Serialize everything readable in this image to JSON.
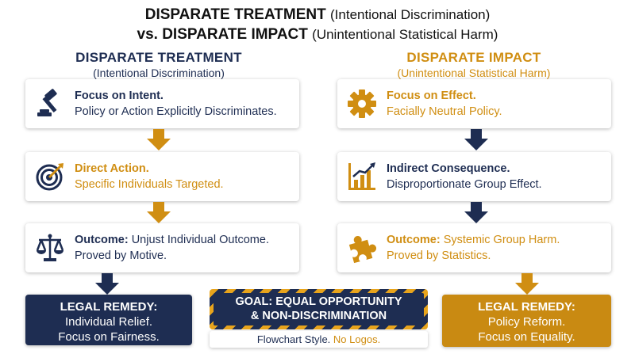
{
  "title": {
    "line1_bold": "DISPARATE TREATMENT",
    "line1_light": "(Intentional Discrimination)",
    "line2_bold": "vs. DISPARATE IMPACT",
    "line2_light": "(Unintentional Statistical Harm)"
  },
  "left": {
    "heading": "DISPARATE TREATMENT",
    "subheading": "(Intentional Discrimination)",
    "cards": [
      {
        "icon": "gavel-icon",
        "bold": "Focus on Intent.",
        "rest": "",
        "line2": "Policy or Action Explicitly Discriminates."
      },
      {
        "icon": "target-icon",
        "bold": "Direct Action.",
        "rest": "",
        "line2": "Specific Individuals Targeted."
      },
      {
        "icon": "scales-icon",
        "bold": "Outcome:",
        "rest": " Unjust Individual Outcome.",
        "line2": "Proved by Motive."
      }
    ],
    "remedy": {
      "heading": "LEGAL REMEDY:",
      "line1": "Individual Relief.",
      "line2": "Focus on Fairness."
    }
  },
  "right": {
    "heading": "DISPARATE IMPACT",
    "subheading": "(Unintentional Statistical Harm)",
    "cards": [
      {
        "icon": "gear-icon",
        "bold": "Focus on Effect.",
        "rest": "",
        "line2": "Facially Neutral Policy."
      },
      {
        "icon": "bar-chart-icon",
        "bold": "Indirect Consequence.",
        "rest": "",
        "line2": "Disproportionate Group Effect."
      },
      {
        "icon": "puzzle-icon",
        "bold": "Outcome:",
        "rest": " Systemic Group Harm.",
        "line2": "Proved by Statistics."
      }
    ],
    "remedy": {
      "heading": "LEGAL REMEDY:",
      "line1": "Policy Reform.",
      "line2": "Focus on Equality."
    }
  },
  "goal": {
    "line1": "GOAL: EQUAL OPPORTUNITY",
    "line2": "& NON-DISCRIMINATION",
    "footer_a": "Flowchart Style.",
    "footer_b": "No Logos."
  },
  "colors": {
    "navy": "#1e2d52",
    "gold": "#d08e12"
  }
}
